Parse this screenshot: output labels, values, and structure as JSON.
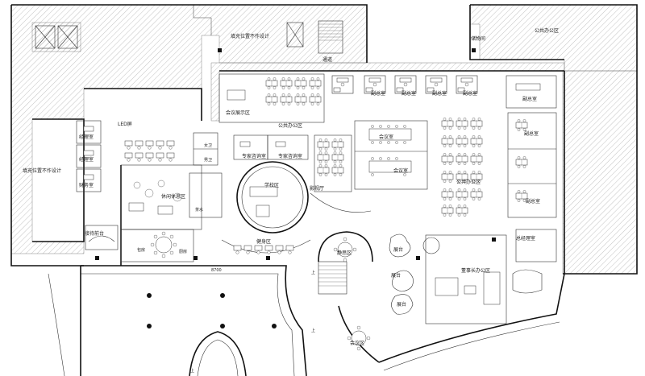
{
  "labels": {
    "fill_top": "填充位置不作设计",
    "fill_left": "填充位置不作设计",
    "corridor": "通道",
    "storage": "储物间",
    "public_office_top": "公共办公区",
    "meeting_display": "会议展示区",
    "public_office_mid": "公共办公区",
    "led": "LED屏",
    "manager_1": "经理室",
    "manager_2": "经理室",
    "finance": "财务室",
    "reception": "接待前台",
    "female_wc": "女卫",
    "male_wc": "男卫",
    "expert_1": "专家咨询室",
    "expert_2": "专家咨询室",
    "meeting_1": "会议室",
    "meeting_2": "会议室",
    "leisure": "休闲休息区",
    "tea": "茶水",
    "baoxiang": "包房",
    "kitchen": "厨房",
    "school_area": "学校区",
    "film": "影视厅",
    "public_office_right": "公共办公区",
    "vice_1": "副总室",
    "vice_2": "副总室",
    "vice_3": "副总室",
    "vice_4": "副总室",
    "vice_5": "副总室",
    "vice_6": "副总室",
    "vice_7": "副总室",
    "general_mgr": "总经理室",
    "fitness": "健身区",
    "quiet": "静思区",
    "exhibit_1": "展台",
    "exhibit_2": "展台",
    "exhibit_3": "展台",
    "chairman": "董事长办公区",
    "meeting_round": "会议区",
    "up_1": "上",
    "up_2": "上",
    "up_3": "上",
    "dim_1": "8700"
  },
  "colors": {
    "wall": "#111111",
    "line": "#333333",
    "hatch": "#9a9a9a"
  }
}
